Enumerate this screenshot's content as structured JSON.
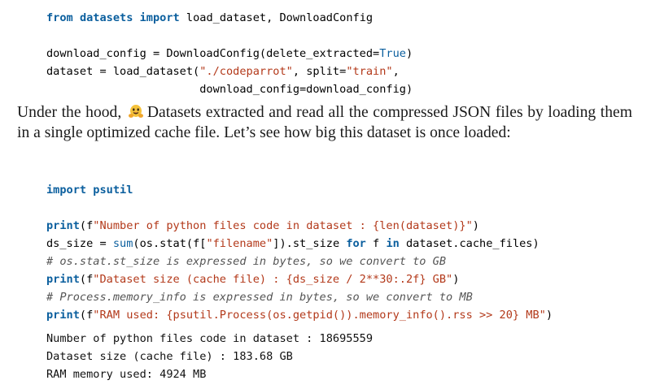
{
  "code_block_1": {
    "lines": [
      [
        {
          "t": "from",
          "c": "kw"
        },
        {
          "t": " ",
          "c": ""
        },
        {
          "t": "datasets",
          "c": "kw"
        },
        {
          "t": " ",
          "c": ""
        },
        {
          "t": "import",
          "c": "kw"
        },
        {
          "t": " load_dataset, DownloadConfig",
          "c": ""
        }
      ],
      [],
      [
        {
          "t": "download_config = DownloadConfig(delete_extracted=",
          "c": ""
        },
        {
          "t": "True",
          "c": "lit"
        },
        {
          "t": ")",
          "c": ""
        }
      ],
      [
        {
          "t": "dataset = load_dataset(",
          "c": ""
        },
        {
          "t": "\"./codeparrot\"",
          "c": "str"
        },
        {
          "t": ", split=",
          "c": ""
        },
        {
          "t": "\"train\"",
          "c": "str"
        },
        {
          "t": ",",
          "c": ""
        }
      ],
      [
        {
          "t": "                       download_config=download_config)",
          "c": ""
        }
      ]
    ]
  },
  "prose": {
    "before_icon": "Under the hood,",
    "icon": "hugging-face-icon",
    "after_icon": "Datasets extracted and read all the compressed JSON files by loading them in a single optimized cache file. Let’s see how big this dataset is once loaded:"
  },
  "code_block_2": {
    "lines": [
      [
        {
          "t": "import",
          "c": "kw"
        },
        {
          "t": " ",
          "c": ""
        },
        {
          "t": "psutil",
          "c": "kw"
        }
      ],
      [],
      [
        {
          "t": "print",
          "c": "bi"
        },
        {
          "t": "(f",
          "c": ""
        },
        {
          "t": "\"Number of python files code in dataset : {len(dataset)}\"",
          "c": "str"
        },
        {
          "t": ")",
          "c": ""
        }
      ],
      [
        {
          "t": "ds_size = ",
          "c": ""
        },
        {
          "t": "sum",
          "c": "mod"
        },
        {
          "t": "(os.stat(f[",
          "c": ""
        },
        {
          "t": "\"filename\"",
          "c": "str"
        },
        {
          "t": "]).st_size ",
          "c": ""
        },
        {
          "t": "for",
          "c": "kw"
        },
        {
          "t": " f ",
          "c": ""
        },
        {
          "t": "in",
          "c": "kw"
        },
        {
          "t": " dataset.cache_files)",
          "c": ""
        }
      ],
      [
        {
          "t": "# os.stat.st_size is expressed in bytes, so we convert to GB",
          "c": "cm"
        }
      ],
      [
        {
          "t": "print",
          "c": "bi"
        },
        {
          "t": "(f",
          "c": ""
        },
        {
          "t": "\"Dataset size (cache file) : {ds_size / 2**30:.2f} GB\"",
          "c": "str"
        },
        {
          "t": ")",
          "c": ""
        }
      ],
      [
        {
          "t": "# Process.memory_info is expressed in bytes, so we convert to MB",
          "c": "cm"
        }
      ],
      [
        {
          "t": "print",
          "c": "bi"
        },
        {
          "t": "(f",
          "c": ""
        },
        {
          "t": "\"RAM used: {psutil.Process(os.getpid()).memory_info().rss >> 20} MB\"",
          "c": "str"
        },
        {
          "t": ")",
          "c": ""
        }
      ]
    ]
  },
  "output": {
    "lines": [
      "Number of python files code in dataset : 18695559",
      "Dataset size (cache file) : 183.68 GB",
      "RAM memory used: 4924 MB"
    ]
  }
}
